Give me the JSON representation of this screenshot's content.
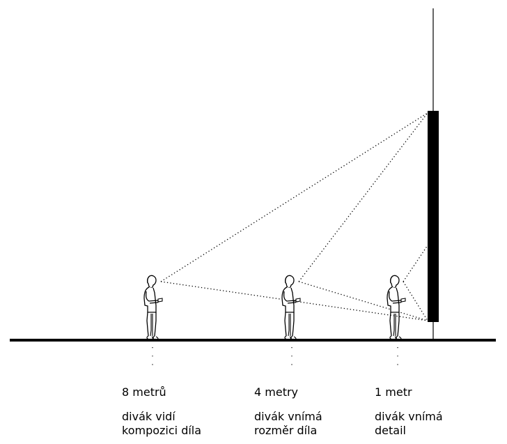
{
  "viewers": [
    {
      "distance": "8 metrů",
      "description_line1": "divák vidí",
      "description_line2": "kompozici díla"
    },
    {
      "distance": "4 metry",
      "description_line1": "divák vnímá",
      "description_line2": "rozměr díla"
    },
    {
      "distance": "1 metr",
      "description_line1": "divák vnímá",
      "description_line2": "detail"
    }
  ],
  "colors": {
    "ink": "#000000",
    "background": "#ffffff"
  }
}
